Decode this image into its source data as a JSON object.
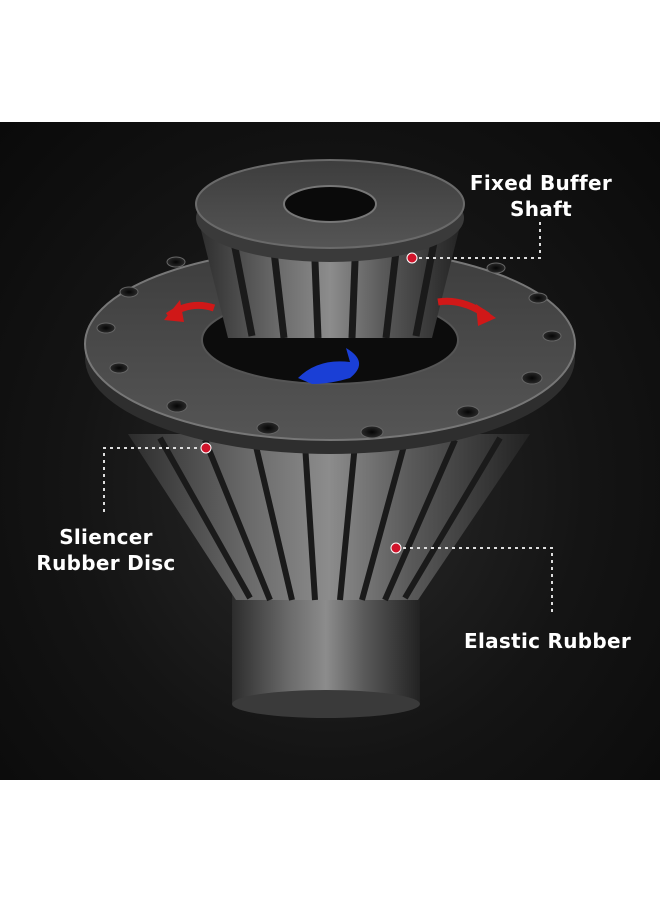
{
  "labels": {
    "fixed_buffer_shaft": [
      "Fixed Buffer",
      "Shaft"
    ],
    "slencer_rubber_disc": [
      "Sliencer",
      "Rubber Disc"
    ],
    "elastic_rubber": "Elastic Rubber"
  },
  "colors": {
    "background": "#111111",
    "callout_dot": "#d0142b",
    "arrow_red": "#d01818",
    "arrow_blue": "#1a3fd6",
    "text": "#ffffff"
  }
}
